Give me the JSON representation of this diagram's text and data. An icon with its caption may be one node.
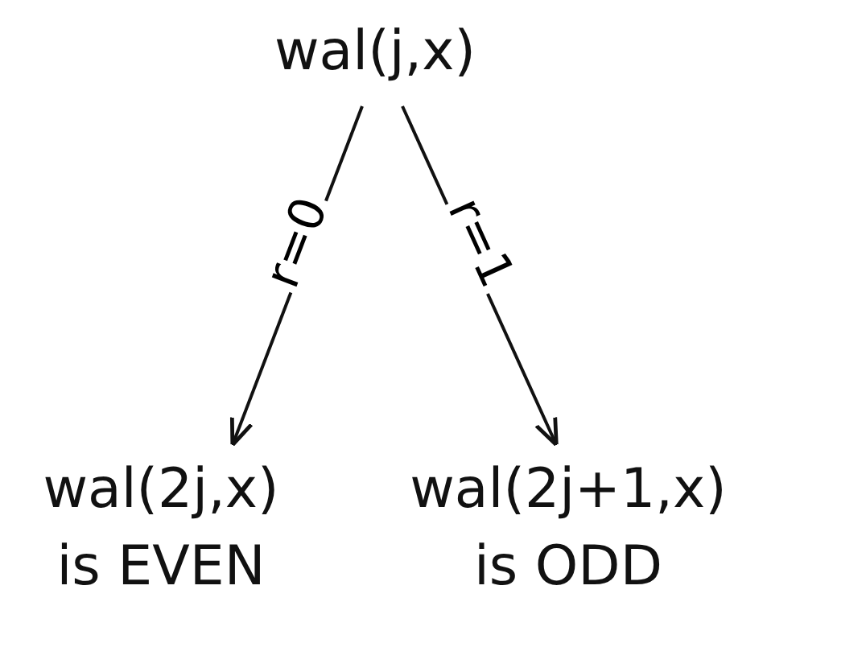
{
  "diagram": {
    "nodes": [
      {
        "text": [
          "wal(j,x)"
        ]
      },
      {
        "text": [
          "wal(2j,x)",
          "is EVEN"
        ]
      },
      {
        "text": [
          "wal(2j+1,x)",
          "is ODD"
        ]
      }
    ],
    "edges": [
      {
        "from": 0,
        "to": 1,
        "arrow": "to",
        "label": "r=0"
      },
      {
        "from": 0,
        "to": 2,
        "arrow": "to",
        "label": "r=1"
      }
    ]
  }
}
